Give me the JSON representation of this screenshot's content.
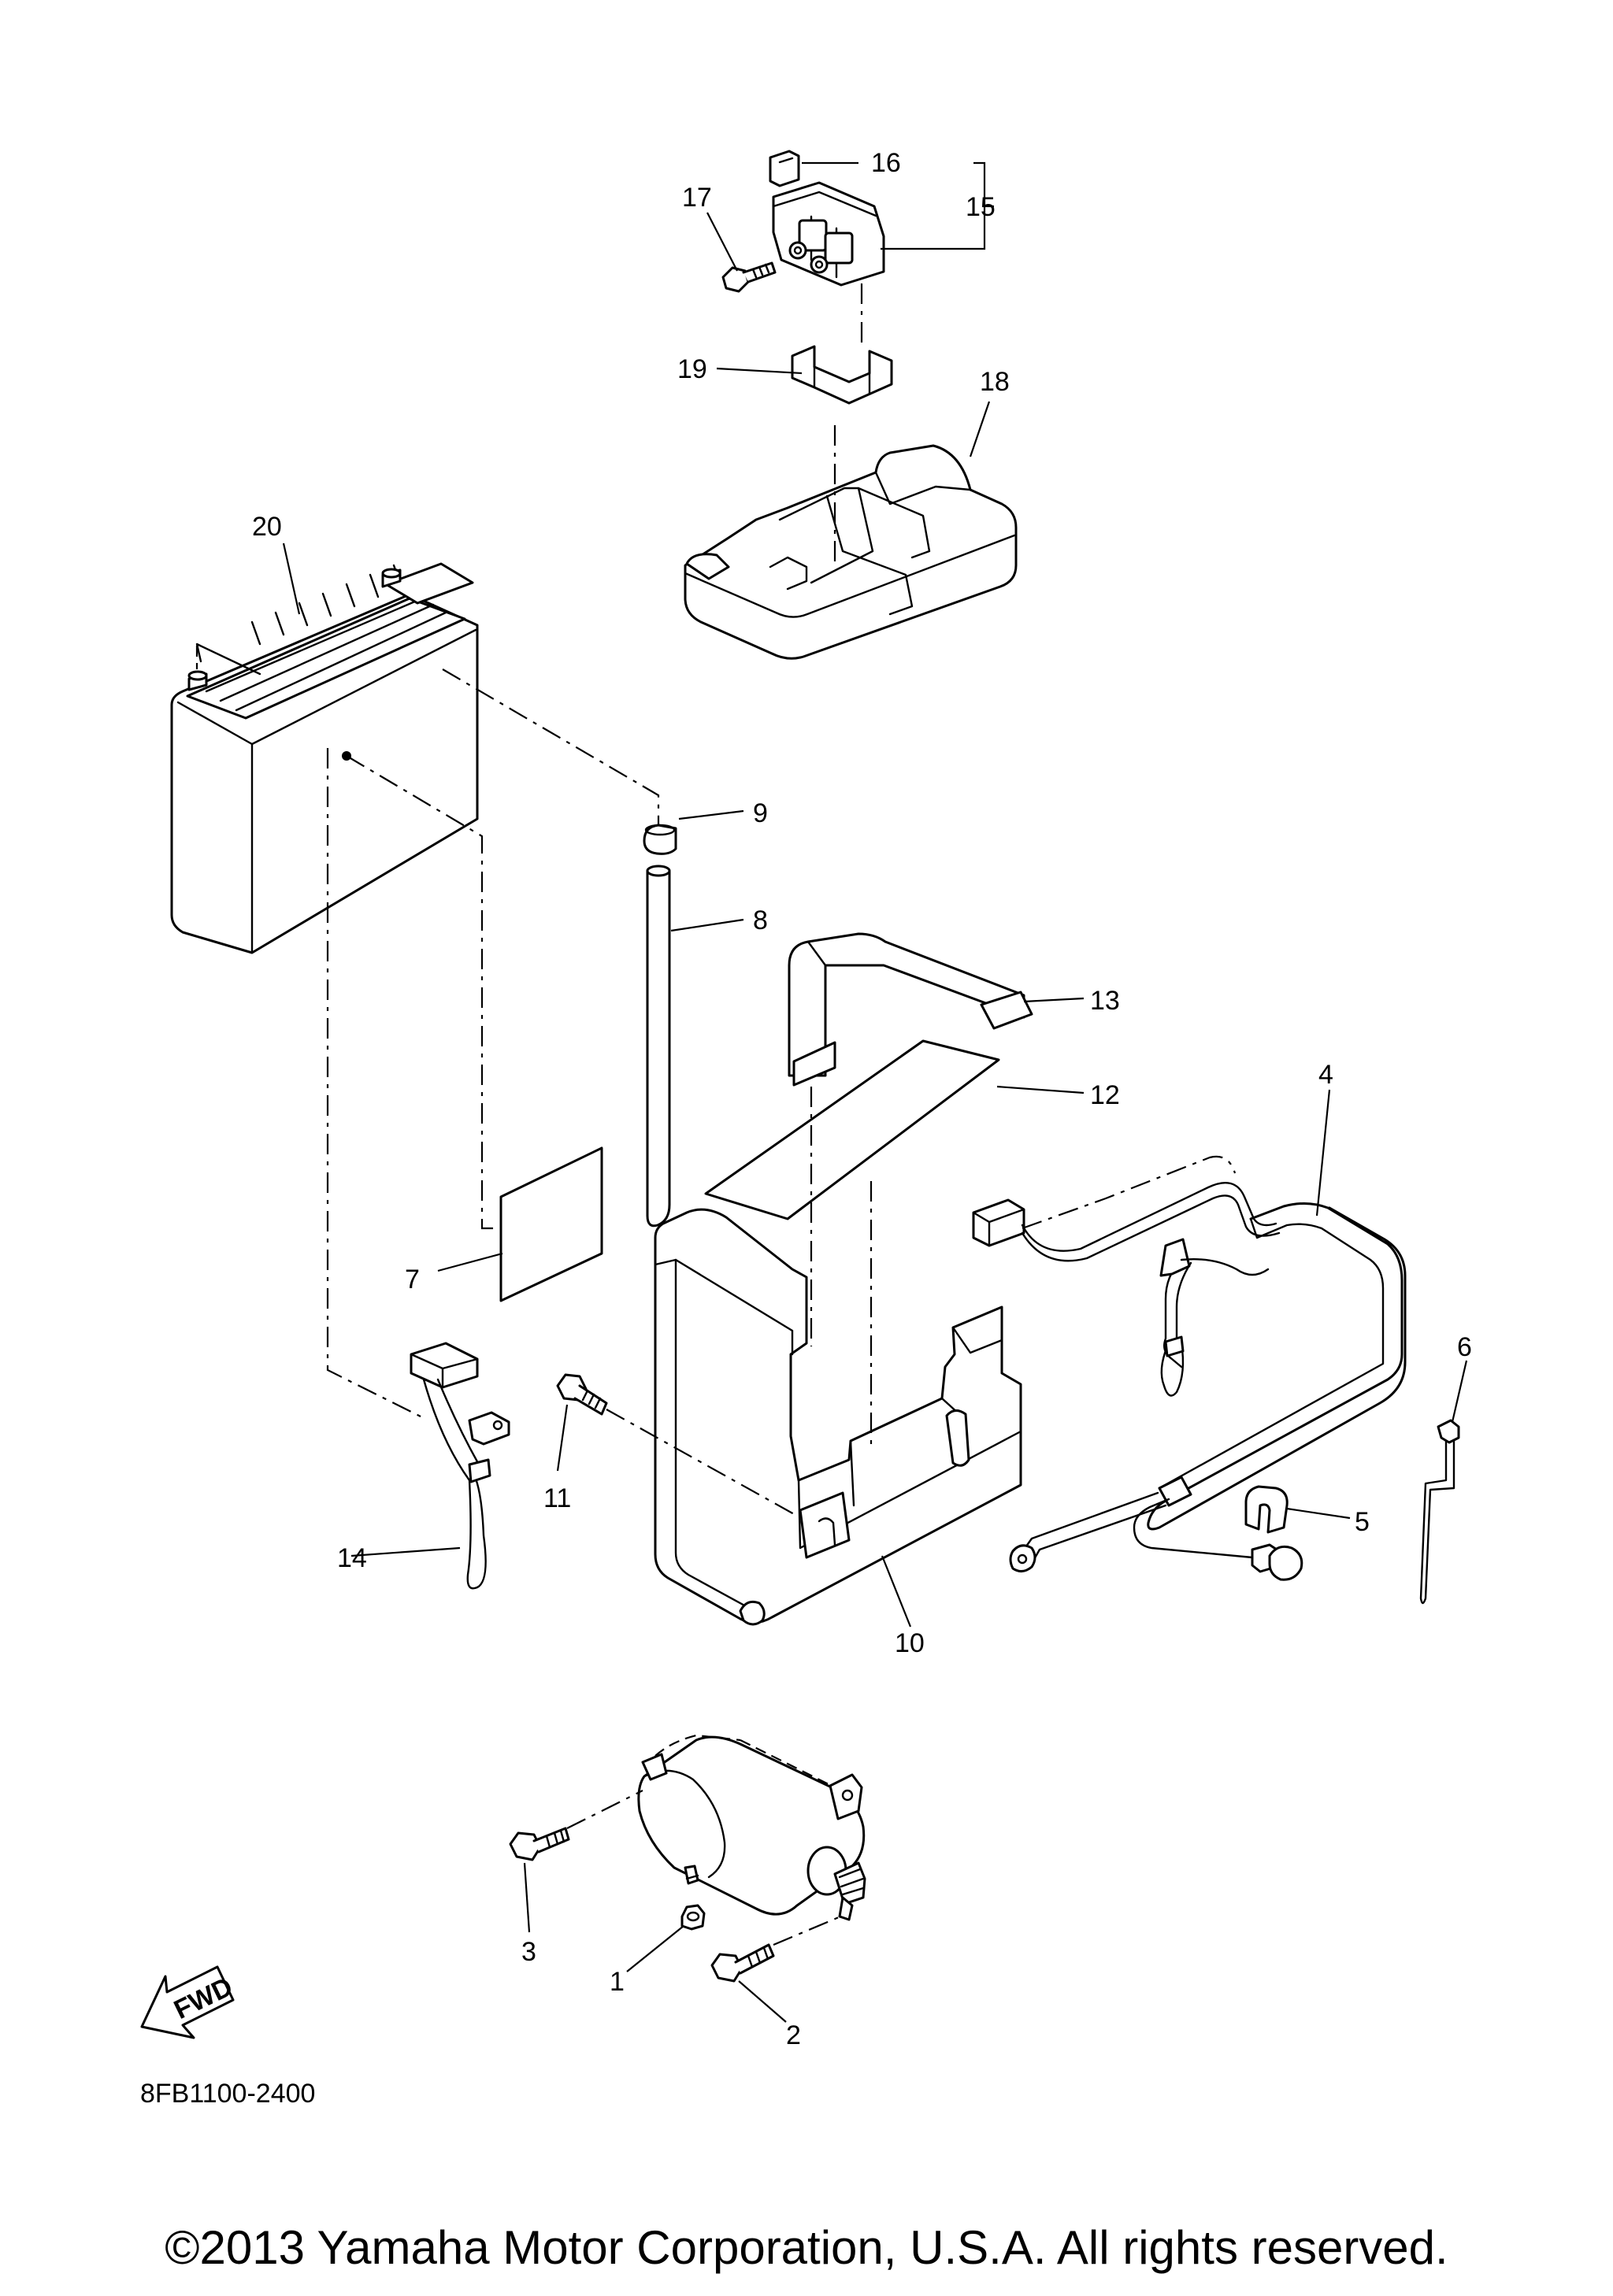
{
  "diagram_code": "8FB1100-2400",
  "copyright": "©2013 Yamaha Motor Corporation, U.S.A. All rights reserved.",
  "fwd_label": "FWD",
  "callouts": {
    "c1": "1",
    "c2": "2",
    "c3": "3",
    "c4": "4",
    "c5": "5",
    "c6": "6",
    "c7": "7",
    "c8": "8",
    "c9": "9",
    "c10": "10",
    "c11": "11",
    "c12": "12",
    "c13": "13",
    "c14": "14",
    "c15": "15",
    "c16": "16",
    "c17": "17",
    "c18": "18",
    "c19": "19",
    "c20": "20"
  }
}
